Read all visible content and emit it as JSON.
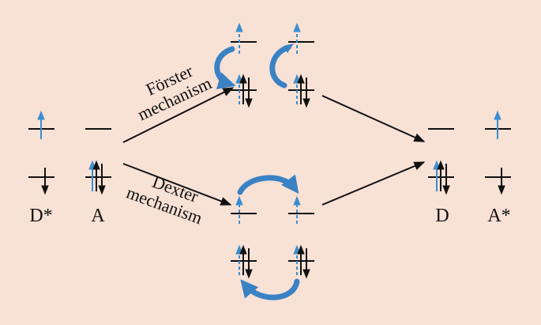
{
  "labels": {
    "left_donor": "D*",
    "left_acceptor": "A",
    "right_donor": "D",
    "right_acceptor": "A*"
  },
  "mechanisms": {
    "forster_line1": "Förster",
    "forster_line2": "mechanism",
    "dexter_line1": "Dexter",
    "dexter_line2": "mechanism"
  },
  "colors": {
    "background": "#f8e1d5",
    "electron_blue": "#3b8fd0",
    "arrow_blue": "#3a82c4",
    "line": "#111111"
  }
}
